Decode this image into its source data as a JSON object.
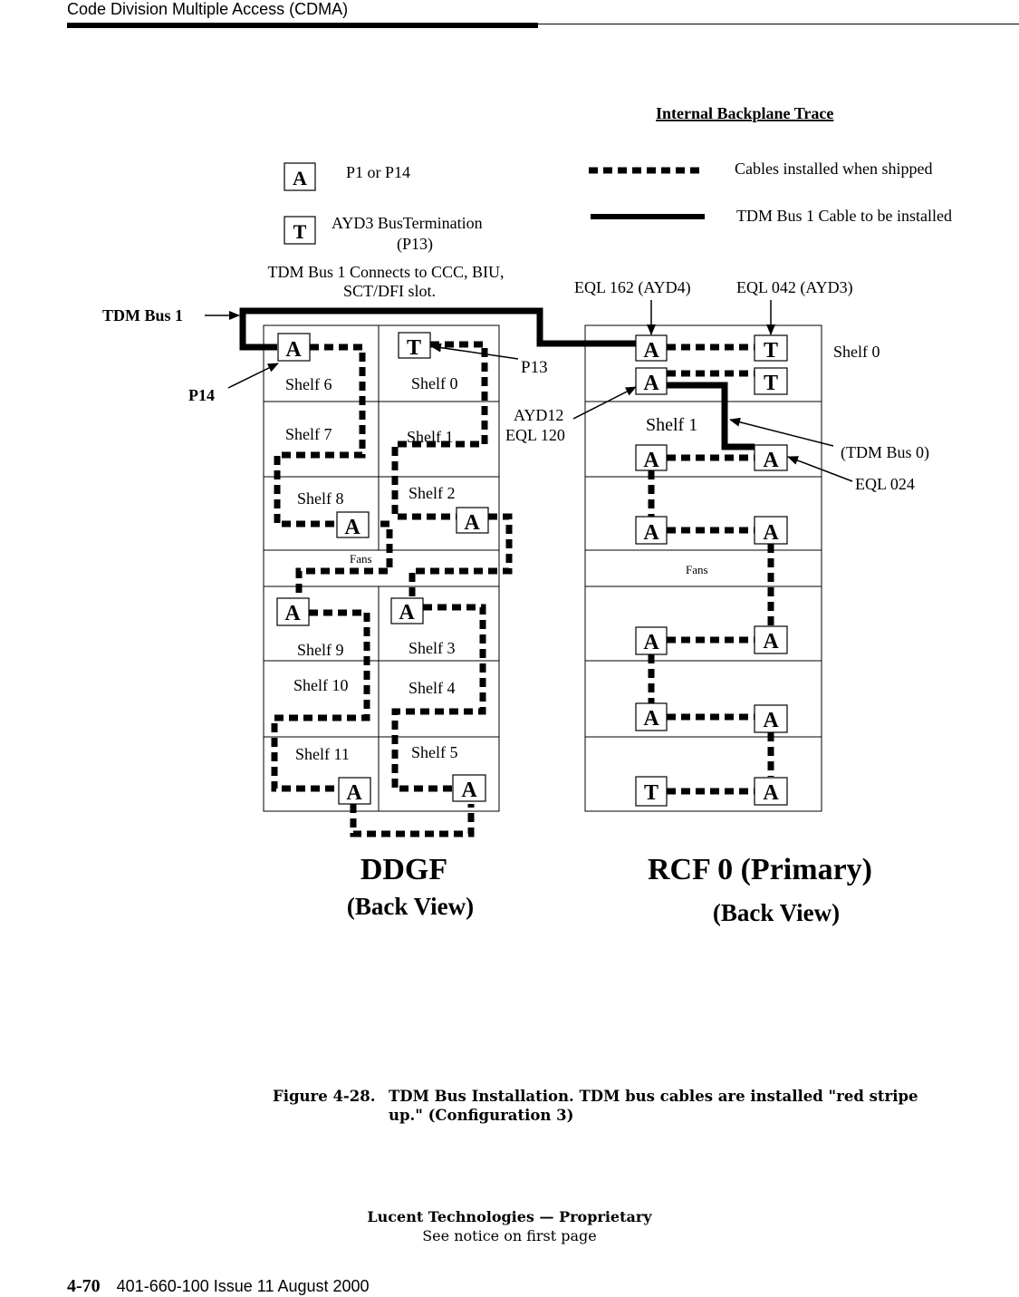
{
  "header": {
    "title": "Code Division Multiple Access (CDMA)"
  },
  "legend": {
    "heading": "Internal Backplane Trace",
    "a_box": "A",
    "a_label": "P1 or P14",
    "t_box": "T",
    "t_label_1": "AYD3 BusTermination",
    "t_label_2": "(P13)",
    "dotted_label": "Cables installed when shipped",
    "solid_label": "TDM Bus 1 Cable to be installed"
  },
  "notes": {
    "connects_1": "TDM Bus 1 Connects to CCC, BIU,",
    "connects_2": "SCT/DFI slot.",
    "tdm_bus_1": "TDM Bus 1",
    "p14": "P14",
    "p13": "P13",
    "ayd12": "AYD12",
    "eql120": "EQL 120",
    "eql162": "EQL 162  (AYD4)",
    "eql042": "EQL 042  (AYD3)",
    "tdm_bus_0": "(TDM Bus 0)",
    "eql024": "EQL 024",
    "rcf_shelf0": "Shelf 0"
  },
  "ddgf": {
    "title": "DDGF",
    "subtitle": "(Back View)",
    "fans": "Fans",
    "left_shelves": [
      "Shelf 6",
      "Shelf 7",
      "Shelf 8",
      "Shelf 9",
      "Shelf 10",
      "Shelf 11"
    ],
    "right_shelves": [
      "Shelf 0",
      "Shelf 1",
      "Shelf 2",
      "Shelf 3",
      "Shelf 4",
      "Shelf 5"
    ]
  },
  "rcf": {
    "title": "RCF 0 (Primary)",
    "subtitle": "(Back View)",
    "fans": "Fans",
    "shelf1": "Shelf 1"
  },
  "markers": {
    "a": "A",
    "t": "T"
  },
  "caption": {
    "number": "Figure 4-28.",
    "text": "TDM Bus Installation. TDM bus cables are installed \"red stripe up.\" (Configuration 3)"
  },
  "footer": {
    "line1": "Lucent Technologies — Proprietary",
    "line2": "See notice on first page",
    "page": "4-70",
    "doc": "401-660-100 Issue 11    August 2000"
  }
}
